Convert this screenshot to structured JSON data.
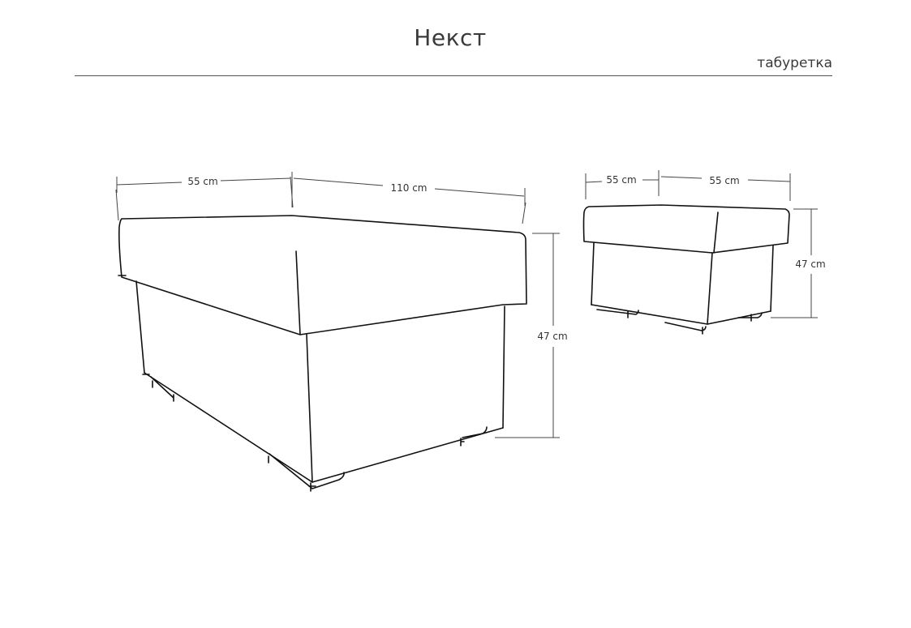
{
  "header": {
    "title": "Некст",
    "subtitle": "табуретка"
  },
  "drawings": {
    "large": {
      "width_label": "55 cm",
      "length_label": "110 cm",
      "height_label": "47 cm"
    },
    "small": {
      "width_label": "55 cm",
      "length_label": "55 cm",
      "height_label": "47 cm"
    }
  }
}
